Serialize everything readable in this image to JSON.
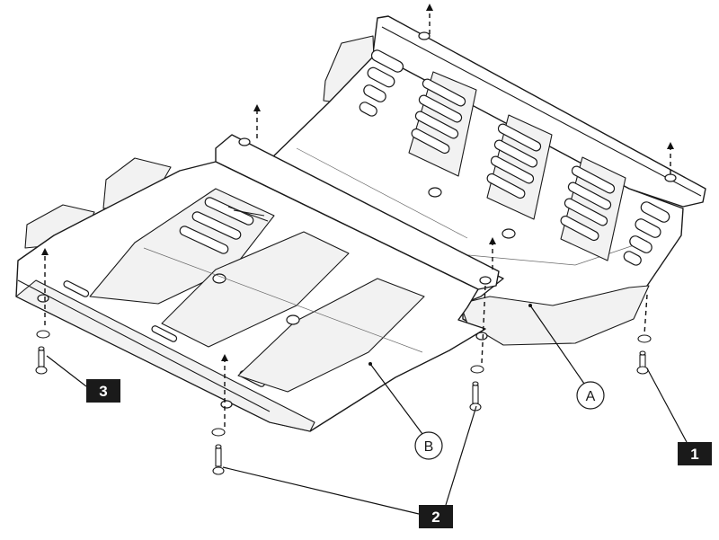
{
  "callouts": {
    "one": "1",
    "two": "2",
    "three": "3"
  },
  "part_labels": {
    "a": "A",
    "b": "B"
  }
}
